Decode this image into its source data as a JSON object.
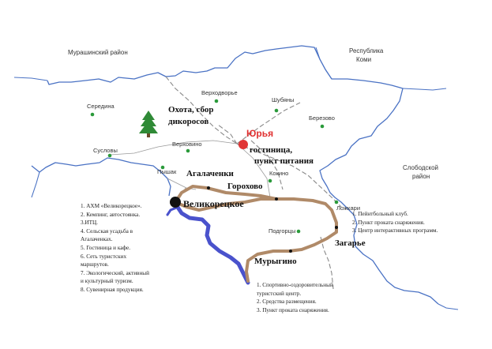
{
  "regions": {
    "murashinsky": "Мурашинский район",
    "komi": [
      "Республика",
      "Коми"
    ],
    "slobodskoy": [
      "Слободской",
      "район"
    ]
  },
  "villages": {
    "seredina": "Середина",
    "verkhodvorye": "Верходворье",
    "shubyany": "Шубяны",
    "berezovo": "Березово",
    "susloby": "Сусловы",
    "verkhovino": "Верховино",
    "pyshak": "Пышак",
    "kokino": "Кокино",
    "lozhkari": "Ложкари",
    "podgortsy": "Подгорцы"
  },
  "city": {
    "name": "Юрья",
    "services": [
      "гостиница,",
      "пункт питания"
    ]
  },
  "activities": {
    "hunting": [
      "Охота, сбор",
      "дикоросов"
    ]
  },
  "route_points": {
    "agalachenki": "Агалаченки",
    "gorokhovo": "Горохово",
    "velikoretskoe": "Великорецкое",
    "zagarye": "Загарье",
    "murygino": "Мурыгино"
  },
  "velikoretskoe_list": [
    "1. АХМ «Великорецкое».",
    "2. Кемпинг, автостоянка.",
    "3.ИТЦ.",
    "4. Сельская усадьба в",
    "Агалаченках.",
    "5. Гостиница и кафе.",
    "6. Сеть туристских",
    "маршрутов.",
    "7. Экологический, активный",
    "и культурный туризм.",
    "8. Сувенирная продукция."
  ],
  "zagarye_list": [
    "1. Пейнтбольный клуб.",
    "2. Пункт проката снаряжения.",
    "3. Центр интерактивных программ."
  ],
  "murygino_list": [
    "1. Спортивно-оздоровительный",
    "туристский центр.",
    "2. Средства размещения.",
    "3. Пункт проката снаряжения."
  ],
  "colors": {
    "boundary": "#4a72c4",
    "route": "#b08a68",
    "river": "#4a52cc",
    "village_dot": "#2a9a3a",
    "city_dot": "#e03535",
    "road": "#888888",
    "tree": "#2f8a36"
  },
  "icons": [
    "fir-tree-icon",
    "city-marker-icon",
    "village-dot-icon",
    "route-point-icon"
  ]
}
